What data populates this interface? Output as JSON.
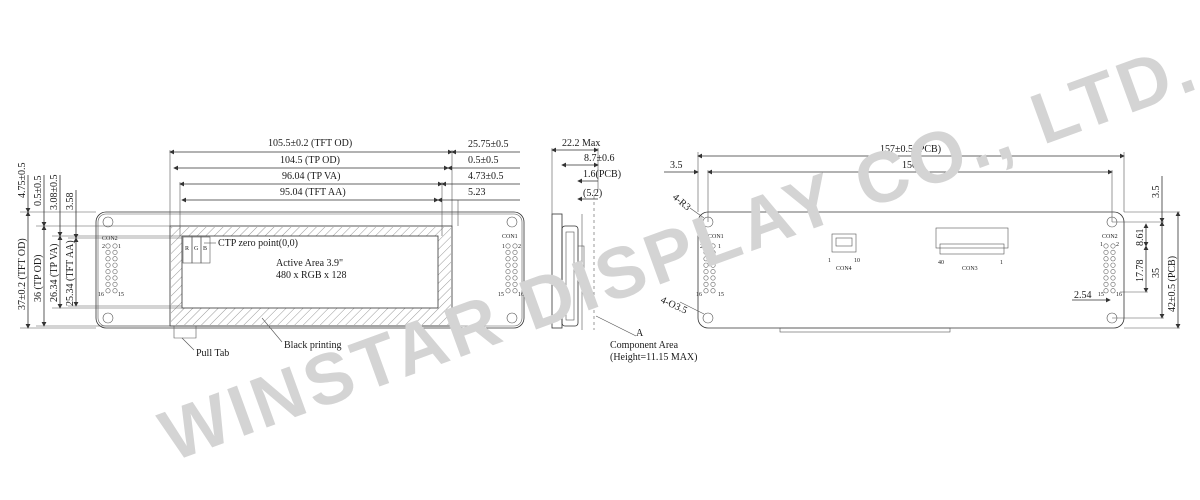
{
  "colors": {
    "line": "#333333",
    "hatch": "#999999",
    "watermark": "#d4d4d4"
  },
  "watermark": "WINSTAR DISPLAY CO., LTD.",
  "front": {
    "dims_top": {
      "tft_od": "105.5±0.2 (TFT OD)",
      "tp_od": "104.5 (TP OD)",
      "tp_va": "96.04 (TP VA)",
      "tft_aa": "95.04 (TFT AA)"
    },
    "dims_right": {
      "d1": "25.75±0.5",
      "d2": "0.5±0.5",
      "d3": "4.73±0.5",
      "d4": "5.23"
    },
    "dims_left": {
      "top1": "4.75±0.5",
      "top2": "0.5±0.5",
      "top3": "3.08±0.5",
      "top4": "3.58",
      "v1": "37±0.2 (TFT OD)",
      "v2": "36 (TP OD)",
      "v3": "26.34 (TP VA)",
      "v4": "25.34 (TFT AA)"
    },
    "ctp_zero": "CTP zero point(0,0)",
    "rgb": [
      "R",
      "G",
      "B"
    ],
    "active_area": "Active Area 3.9\"",
    "resolution": "480 x RGB x 128",
    "pull_tab": "Pull Tab",
    "black_printing": "Black printing",
    "con_left": {
      "name": "CON2",
      "p2": "2",
      "p1": "1",
      "p16": "16",
      "p15": "15"
    },
    "con_right": {
      "name": "CON1",
      "p1": "1",
      "p2": "2",
      "p15": "15",
      "p16": "16"
    }
  },
  "side": {
    "max": "22.2 Max",
    "d1": "8.7±0.6",
    "d2": "1.6(PCB)",
    "d3": "(5.2)",
    "marker": "A",
    "component_area": "Component Area",
    "height": "(Height=11.15 MAX)"
  },
  "back": {
    "d_left": "3.5",
    "pcb_w": "157±0.5 (PCB)",
    "w150": "150",
    "d_right": "3.5",
    "r3": "4-R3",
    "hole": "4-O3.5",
    "d861": "8.61",
    "d1778": "17.78",
    "d35": "35",
    "pcb_h": "42±0.5 (PCB)",
    "d254": "2.54",
    "con1": {
      "name": "CON1",
      "p2": "2",
      "p1": "1",
      "p16": "16",
      "p15": "15"
    },
    "con2": {
      "name": "CON2",
      "p1": "1",
      "p2": "2",
      "p15": "15",
      "p16": "16"
    },
    "con3": {
      "name": "CON3",
      "p40": "40",
      "p1": "1"
    },
    "con4": {
      "name": "CON4",
      "p1": "1",
      "p10": "10"
    }
  }
}
